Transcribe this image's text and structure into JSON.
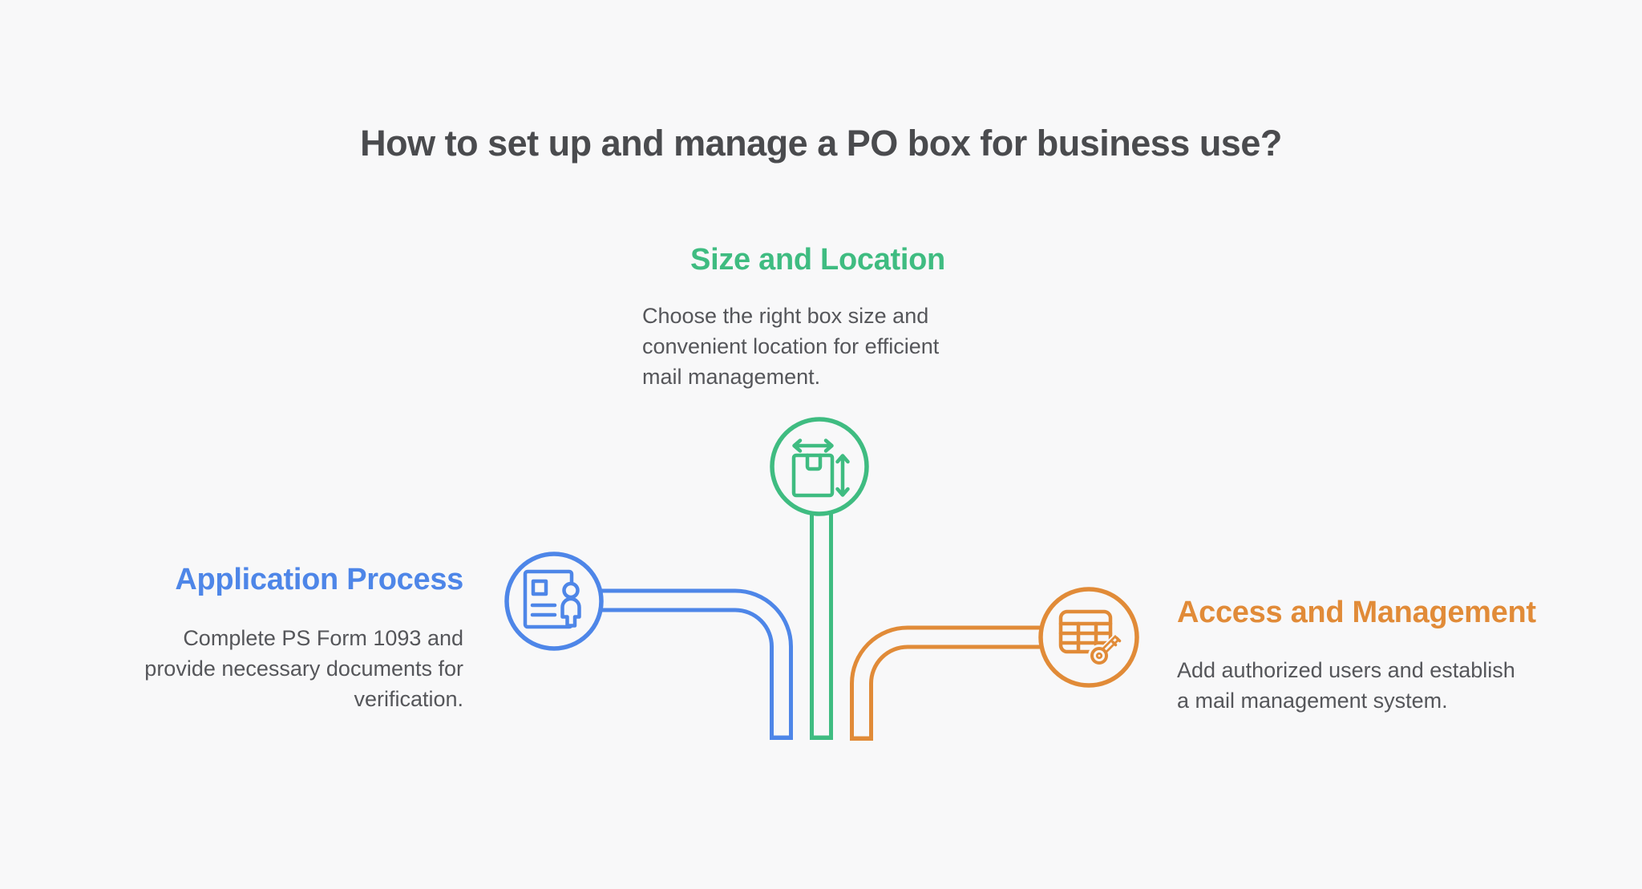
{
  "title": "How to set up and manage a PO box for business use?",
  "colors": {
    "background": "#f8f8f9",
    "title_text": "#4a4b4e",
    "body_text": "#55565a",
    "green": "#3fbc81",
    "blue": "#4e86e8",
    "orange": "#e18b38"
  },
  "sections": [
    {
      "id": "size-and-location",
      "title": "Size and Location",
      "accent_color": "#3fbc81",
      "icon": "box-dimensions-icon",
      "description_lines": [
        "Choose the right box size and",
        "convenient location for efficient",
        "mail management."
      ]
    },
    {
      "id": "application-process",
      "title": "Application Process",
      "accent_color": "#4e86e8",
      "icon": "id-card-icon",
      "description_lines": [
        "Complete PS Form 1093 and",
        "provide necessary documents for",
        "verification."
      ]
    },
    {
      "id": "access-and-management",
      "title": "Access and Management",
      "accent_color": "#e18b38",
      "icon": "table-key-icon",
      "description_lines": [
        "Add authorized users and establish",
        "a mail management system."
      ]
    }
  ]
}
